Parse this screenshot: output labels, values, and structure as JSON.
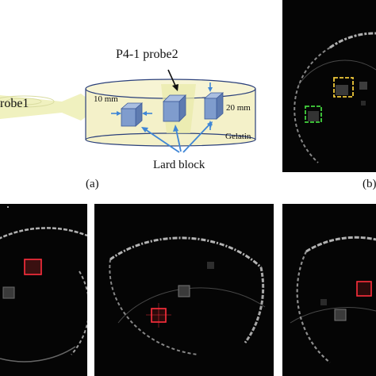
{
  "diagram": {
    "probe2_label": "P4-1 probe2",
    "probe1_label": "robe1",
    "left_block_size": "10 mm",
    "right_block_size": "20 mm",
    "medium_label": "Gelatin",
    "blocks_label": "Lard block"
  },
  "panel_labels": {
    "a": "(a)",
    "b": "(b)"
  },
  "colors": {
    "gelatin_fill": "#f4f1c9",
    "probe_beam": "#eef0b8",
    "block_fill": "#7f9ccd",
    "block_top": "#a9bee0",
    "block_side": "#5e7bb0",
    "arrow_blue": "#3f86d6",
    "marker_green": "#43d33e",
    "marker_yellow": "#f0c93a",
    "marker_red": "#ff2f3d"
  }
}
